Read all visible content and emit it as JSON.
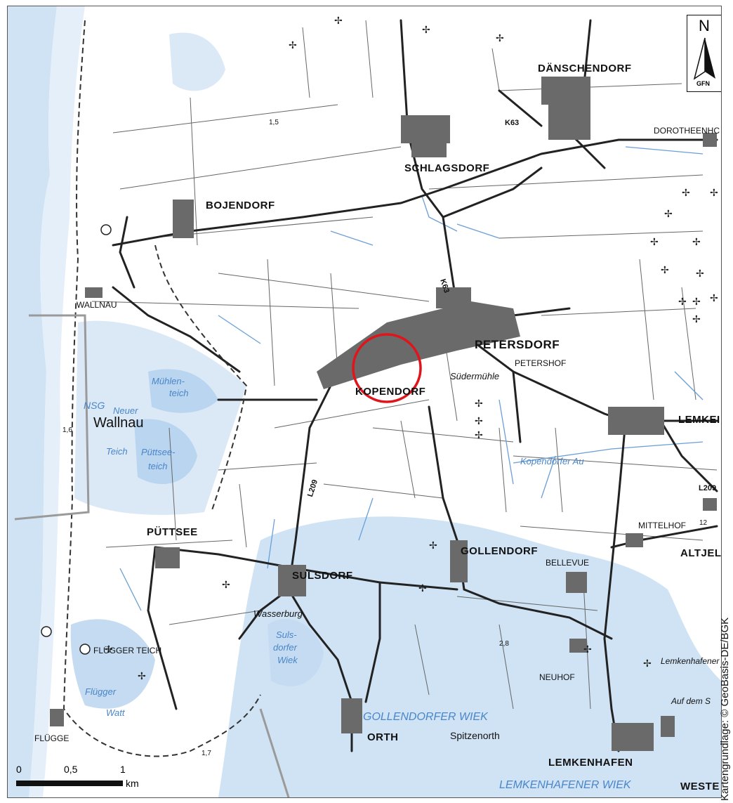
{
  "places": {
    "daenschendorf": "DÄNSCHENDORF",
    "dorotheenhof": "DOROTHEENHC",
    "schlagsdorf": "SCHLAGSDORF",
    "bojendorf": "BOJENDORF",
    "wallnau_village": "WALLNAU",
    "petersdorf": "PETERSDORF",
    "petershof": "PETERSHOF",
    "suedermuehle": "Südermühle",
    "kopendorf": "KOPENDORF",
    "lemkendorf": "LEMKEI",
    "mittelhof": "MITTELHOF",
    "altjel": "ALTJEL",
    "puettsee": "PÜTTSEE",
    "sulsdorf": "SULSDORF",
    "gollendorf": "GOLLENDORF",
    "bellevue": "BELLEVUE",
    "wasserburg": "Wasserburg",
    "fluegger_teich_place": "FLÜGGER TEICH",
    "neuhof": "NEUHOF",
    "lemkenhafener": "Lemkenhafener",
    "auf_dem": "Auf dem S",
    "fluegge": "FLÜGGE",
    "orth": "ORTH",
    "spitzenorth": "Spitzenorth",
    "lemkenhafen": "LEMKENHAFEN",
    "weste": "WESTE"
  },
  "water": {
    "nsg": "NSG",
    "wallnau": "Wallnau",
    "neuer": "Neuer",
    "teich": "Teich",
    "muehlenteich_1": "Mühlen-",
    "muehlenteich_2": "teich",
    "puettseeteich_1": "Püttsee-",
    "puettseeteich_2": "teich",
    "kopendorfer_au": "Kopendorfer Au",
    "sulsdorfer_wiek_1": "Suls-",
    "sulsdorfer_wiek_2": "dorfer",
    "sulsdorfer_wiek_3": "Wiek",
    "fluegger_1": "Flügger",
    "fluegger_2": "Watt",
    "gollendorfer_wiek": "GOLLENDORFER WIEK",
    "lemkenhafener_wiek": "LEMKENHAFENER WIEK"
  },
  "roads": {
    "k63_a": "K63",
    "k63_b": "K63",
    "l209_a": "L209",
    "l209_b": "L209"
  },
  "elevations": {
    "e1": "1,5",
    "e2": "1,6",
    "e3": "2,8",
    "e4": "1,7",
    "e5": "12"
  },
  "north_arrow": {
    "letter": "N",
    "brand": "GFN"
  },
  "scale": {
    "t0": "0",
    "t1": "0,5",
    "t2": "1",
    "unit": "km"
  },
  "credit": "Kartengrundlage: © GeoBasis-DE/BGK",
  "colors": {
    "sea": "#cfe3f4",
    "water_line": "#6aa0d8",
    "settlement": "#6a6a6a",
    "road": "#222222",
    "marker": "#e0141b",
    "boundary": "#9a9a9a"
  }
}
